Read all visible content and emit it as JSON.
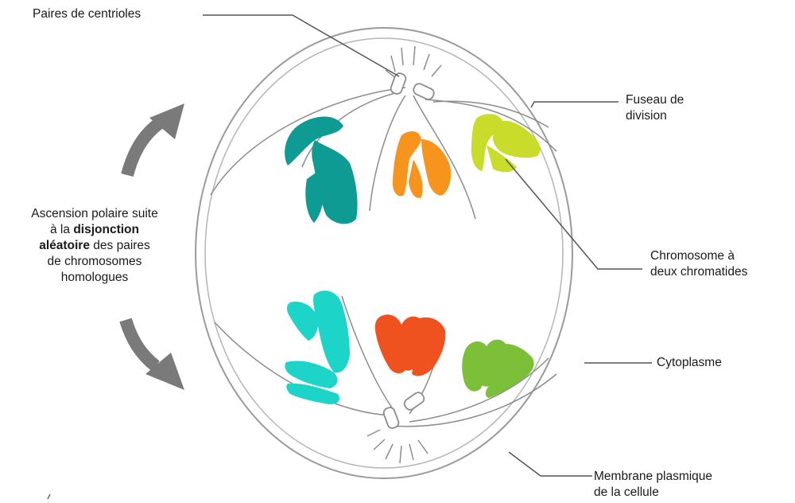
{
  "labels": {
    "centrioles": "Paires de centrioles",
    "spindle": [
      "Fuseau de",
      "division"
    ],
    "chromosome": [
      "Chromosome à",
      "deux chromatides"
    ],
    "cytoplasm": "Cytoplasme",
    "membrane": [
      "Membrane plasmique",
      "de la cellule"
    ],
    "ascension": {
      "line1": "Ascension polaire suite",
      "line2_pre": "à la ",
      "line2_bold": "disjonction",
      "line3_bold": "aléatoire",
      "line3_post": " des paires",
      "line4": "de chromosomes",
      "line5": "homologues"
    }
  },
  "colors": {
    "teal_dark": "#0e9b94",
    "orange": "#f7941d",
    "yellow_green": "#c9dc2a",
    "cyan": "#1dd4c9",
    "red_orange": "#f0521f",
    "green": "#7cc03a",
    "arrow_gray": "#7a7a7a",
    "outline": "#9a9a9a",
    "leader": "#555555"
  },
  "icons": {
    "upper_arrow": "curved-arrow-up-icon",
    "lower_arrow": "curved-arrow-down-icon"
  }
}
